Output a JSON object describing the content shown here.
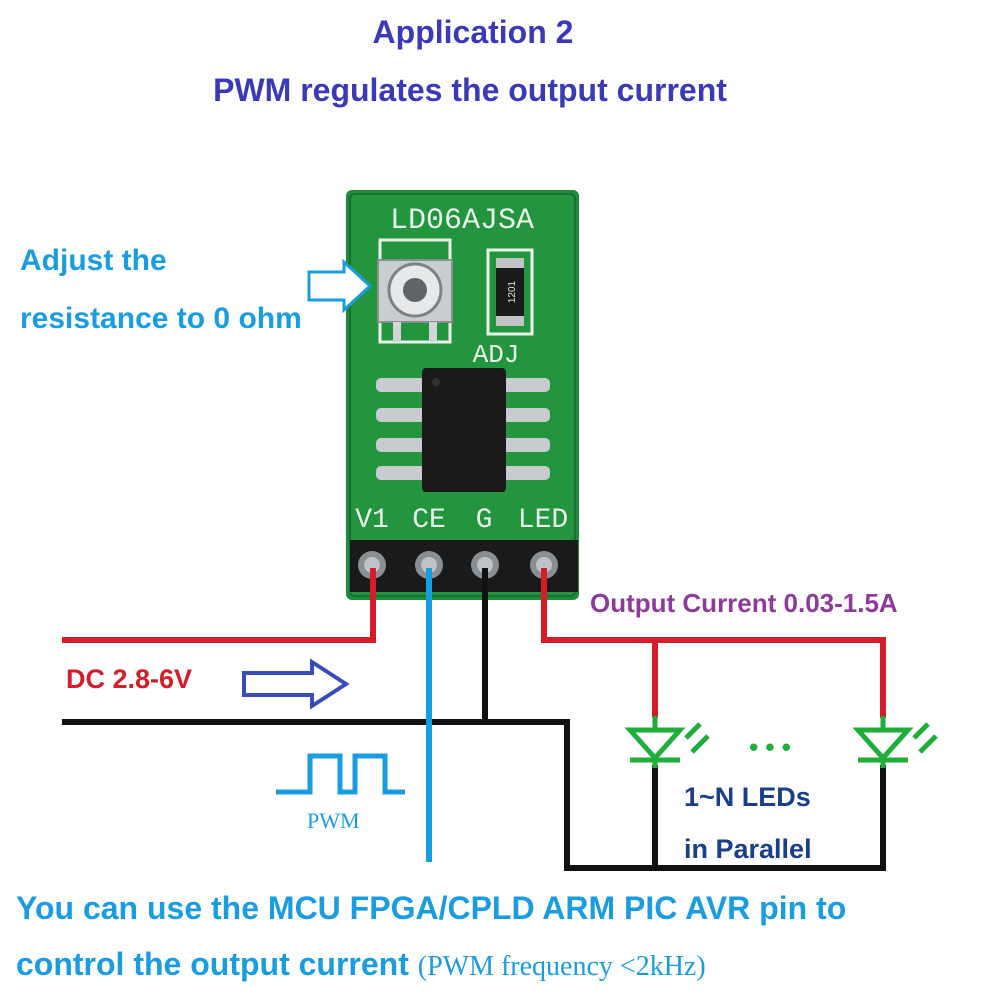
{
  "title": {
    "line1": "Application 2",
    "line2": "PWM regulates the output current"
  },
  "module": {
    "name": "LD06AJSA",
    "adj_label": "ADJ",
    "resistor_code": "1201",
    "pins": [
      "V1",
      "CE",
      "G",
      "LED"
    ]
  },
  "annotations": {
    "adjust_line1": "Adjust the",
    "adjust_line2": "resistance to 0 ohm",
    "output_current": "Output Current 0.03-1.5A",
    "dc_input": "DC 2.8-6V",
    "pwm_label": "PWM",
    "leds_line1": "1~N LEDs",
    "leds_line2": "in Parallel",
    "ellipsis": "• • •"
  },
  "footer": {
    "line1": "You can use the MCU FPGA/CPLD ARM PIC AVR  pin to",
    "line2_bold": "control the output current",
    "line2_note": "(PWM frequency <2kHz)"
  },
  "colors": {
    "title": "#3a3ab8",
    "accent_blue": "#1a9de0",
    "wire_red": "#d41d28",
    "wire_black": "#111111",
    "led_green": "#1fae3a",
    "pcb_green": "#1f8a3a",
    "output_purple": "#8e3a9a"
  }
}
